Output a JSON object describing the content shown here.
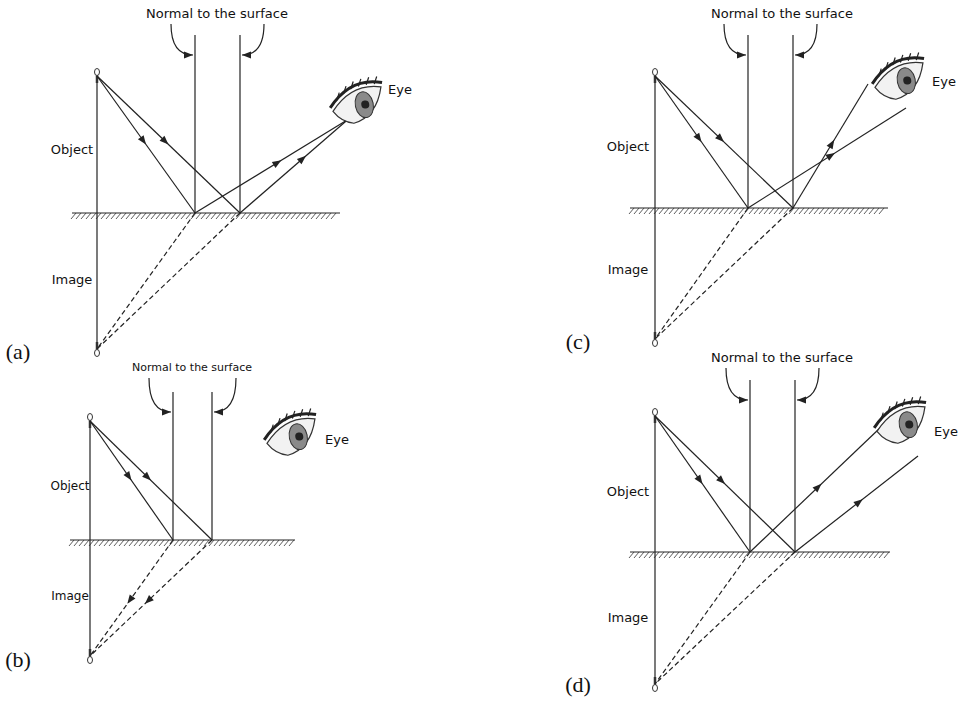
{
  "diagram": {
    "labels": [
      "Normal to the surface",
      "Eye",
      "Object",
      "Image",
      "(a)",
      "Normal to the surface",
      "Eye",
      "Object",
      "Image",
      "(c)",
      "Normal to the surface",
      "Eye",
      "Object",
      "Image",
      "(b)",
      "Normal to the surface",
      "Eye",
      "Object",
      "Image",
      "(d)"
    ]
  }
}
